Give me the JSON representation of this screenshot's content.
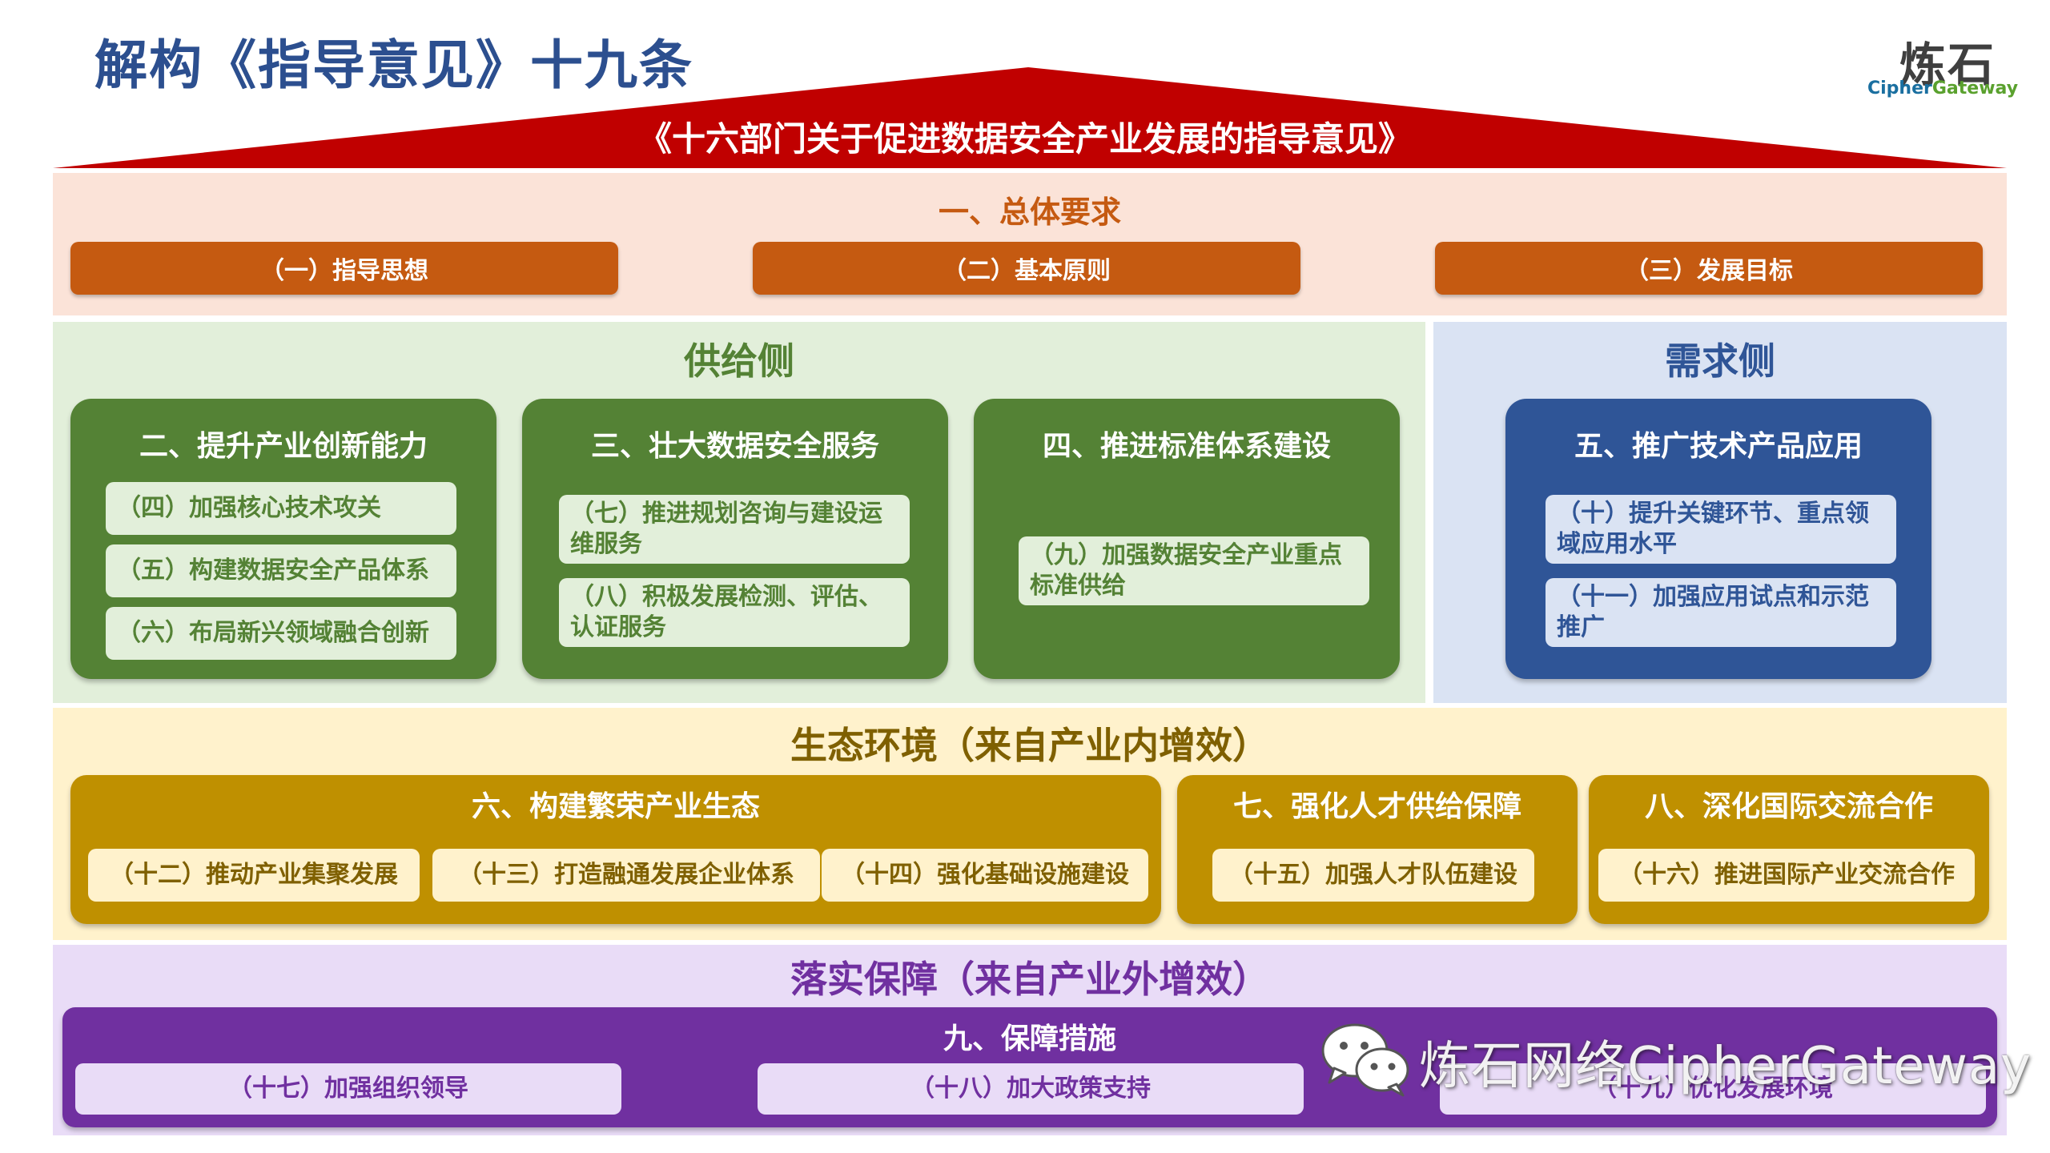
{
  "header": {
    "title": "解构《指导意见》十九条",
    "logo_cn": "炼石",
    "logo_en_a": "Cipher",
    "logo_en_b": "Gateway"
  },
  "roof": {
    "title": "《十六部门关于促进数据安全产业发展的指导意见》"
  },
  "overall": {
    "title": "一、总体要求",
    "items": [
      "（一）指导思想",
      "（二）基本原则",
      "（三）发展目标"
    ]
  },
  "supply": {
    "title": "供给侧",
    "sections": [
      {
        "title": "二、提升产业创新能力",
        "items": [
          "（四）加强核心技术攻关",
          "（五）构建数据安全产品体系",
          "（六）布局新兴领域融合创新"
        ]
      },
      {
        "title": "三、壮大数据安全服务",
        "items": [
          "（七）推进规划咨询与建设运维服务",
          "（八）积极发展检测、评估、认证服务"
        ]
      },
      {
        "title": "四、推进标准体系建设",
        "items": [
          "（九）加强数据安全产业重点标准供给"
        ]
      }
    ]
  },
  "demand": {
    "title": "需求侧",
    "sections": [
      {
        "title": "五、推广技术产品应用",
        "items": [
          "（十）提升关键环节、重点领域应用水平",
          "（十一）加强应用试点和示范推广"
        ]
      }
    ]
  },
  "ecology": {
    "title": "生态环境（来自产业内增效）",
    "sections": [
      {
        "title": "六、构建繁荣产业生态",
        "items": [
          "（十二）推动产业集聚发展",
          "（十三）打造融通发展企业体系",
          "（十四）强化基础设施建设"
        ]
      },
      {
        "title": "七、强化人才供给保障",
        "items": [
          "（十五）加强人才队伍建设"
        ]
      },
      {
        "title": "八、深化国际交流合作",
        "items": [
          "（十六）推进国际产业交流合作"
        ]
      }
    ]
  },
  "guarantee": {
    "title": "落实保障（来自产业外增效）",
    "sections": [
      {
        "title": "九、保障措施",
        "items": [
          "（十七）加强组织领导",
          "（十八）加大政策支持",
          "（十九）优化发展环境"
        ]
      }
    ]
  },
  "watermark": {
    "text": "炼石网络CipherGateway",
    "icon": "wechat-icon"
  },
  "colors": {
    "roof": "#c00000",
    "overall_accent": "#c55a11",
    "supply_accent": "#548235",
    "demand_accent": "#2f5597",
    "ecology_accent": "#bf9000",
    "guarantee_accent": "#7030a0",
    "title_blue": "#2c4f8f"
  }
}
